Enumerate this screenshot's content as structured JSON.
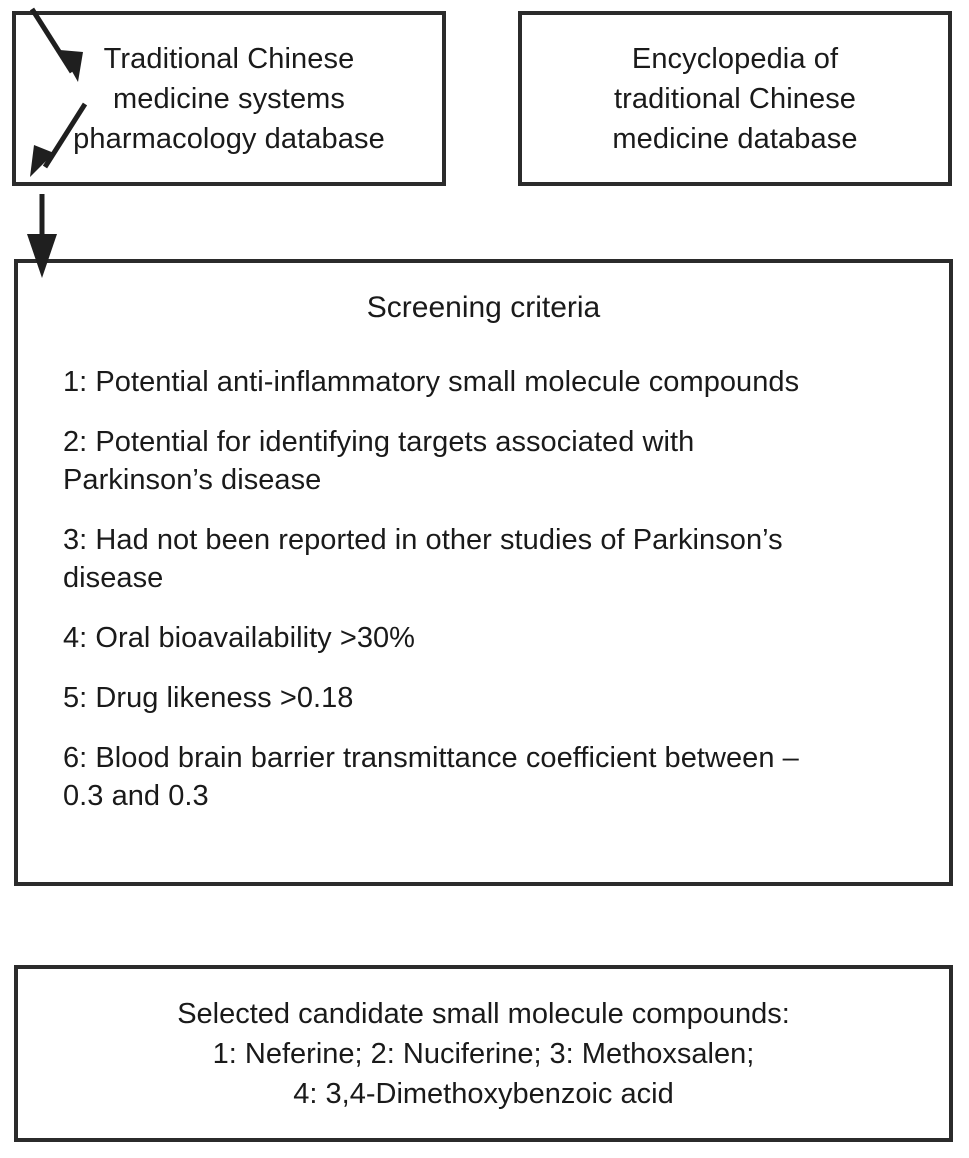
{
  "figure": {
    "type": "flowchart",
    "orientation": "top-to-bottom",
    "stroke_color": "#2b2b2b",
    "fill_color": "#ffffff",
    "text_color": "#1a1a1a"
  },
  "sources": [
    {
      "id": "tcmsp",
      "label": "Traditional Chinese medicine systems pharmacology database",
      "lines": [
        "Traditional Chinese",
        "medicine systems",
        "pharmacology database"
      ]
    },
    {
      "id": "etcm",
      "label": "Encyclopedia of traditional Chinese medicine database",
      "lines": [
        "Encyclopedia of",
        "traditional Chinese",
        "medicine database"
      ]
    }
  ],
  "screening": {
    "title": "Screening criteria",
    "criteria": [
      "1: Potential anti-inflammatory small molecule compounds",
      "2: Potential for identifying targets associated with Parkinson’s disease",
      "3: Had not been reported in other studies of Parkinson’s disease",
      "4: Oral bioavailability >30%",
      "5: Drug likeness >0.18",
      "6: Blood brain barrier transmittance coefficient between –0.3 and 0.3"
    ]
  },
  "selected": {
    "heading": "Selected candidate small molecule compounds:",
    "line_two": "1: Neferine; 2: Nuciferine; 3: Methoxsalen;",
    "line_three": "4: 3,4-Dimethoxybenzoic acid",
    "compounds": [
      "Neferine",
      "Nuciferine",
      "Methoxsalen",
      "3,4-Dimethoxybenzoic acid"
    ]
  },
  "arrows": [
    {
      "id": "tcmsp-to-screening",
      "direction": "down-right",
      "from": "tcmsp",
      "to": "screening"
    },
    {
      "id": "etcm-to-screening",
      "direction": "down-left",
      "from": "etcm",
      "to": "screening"
    },
    {
      "id": "screening-to-selected",
      "direction": "down",
      "from": "screening",
      "to": "selected"
    }
  ]
}
